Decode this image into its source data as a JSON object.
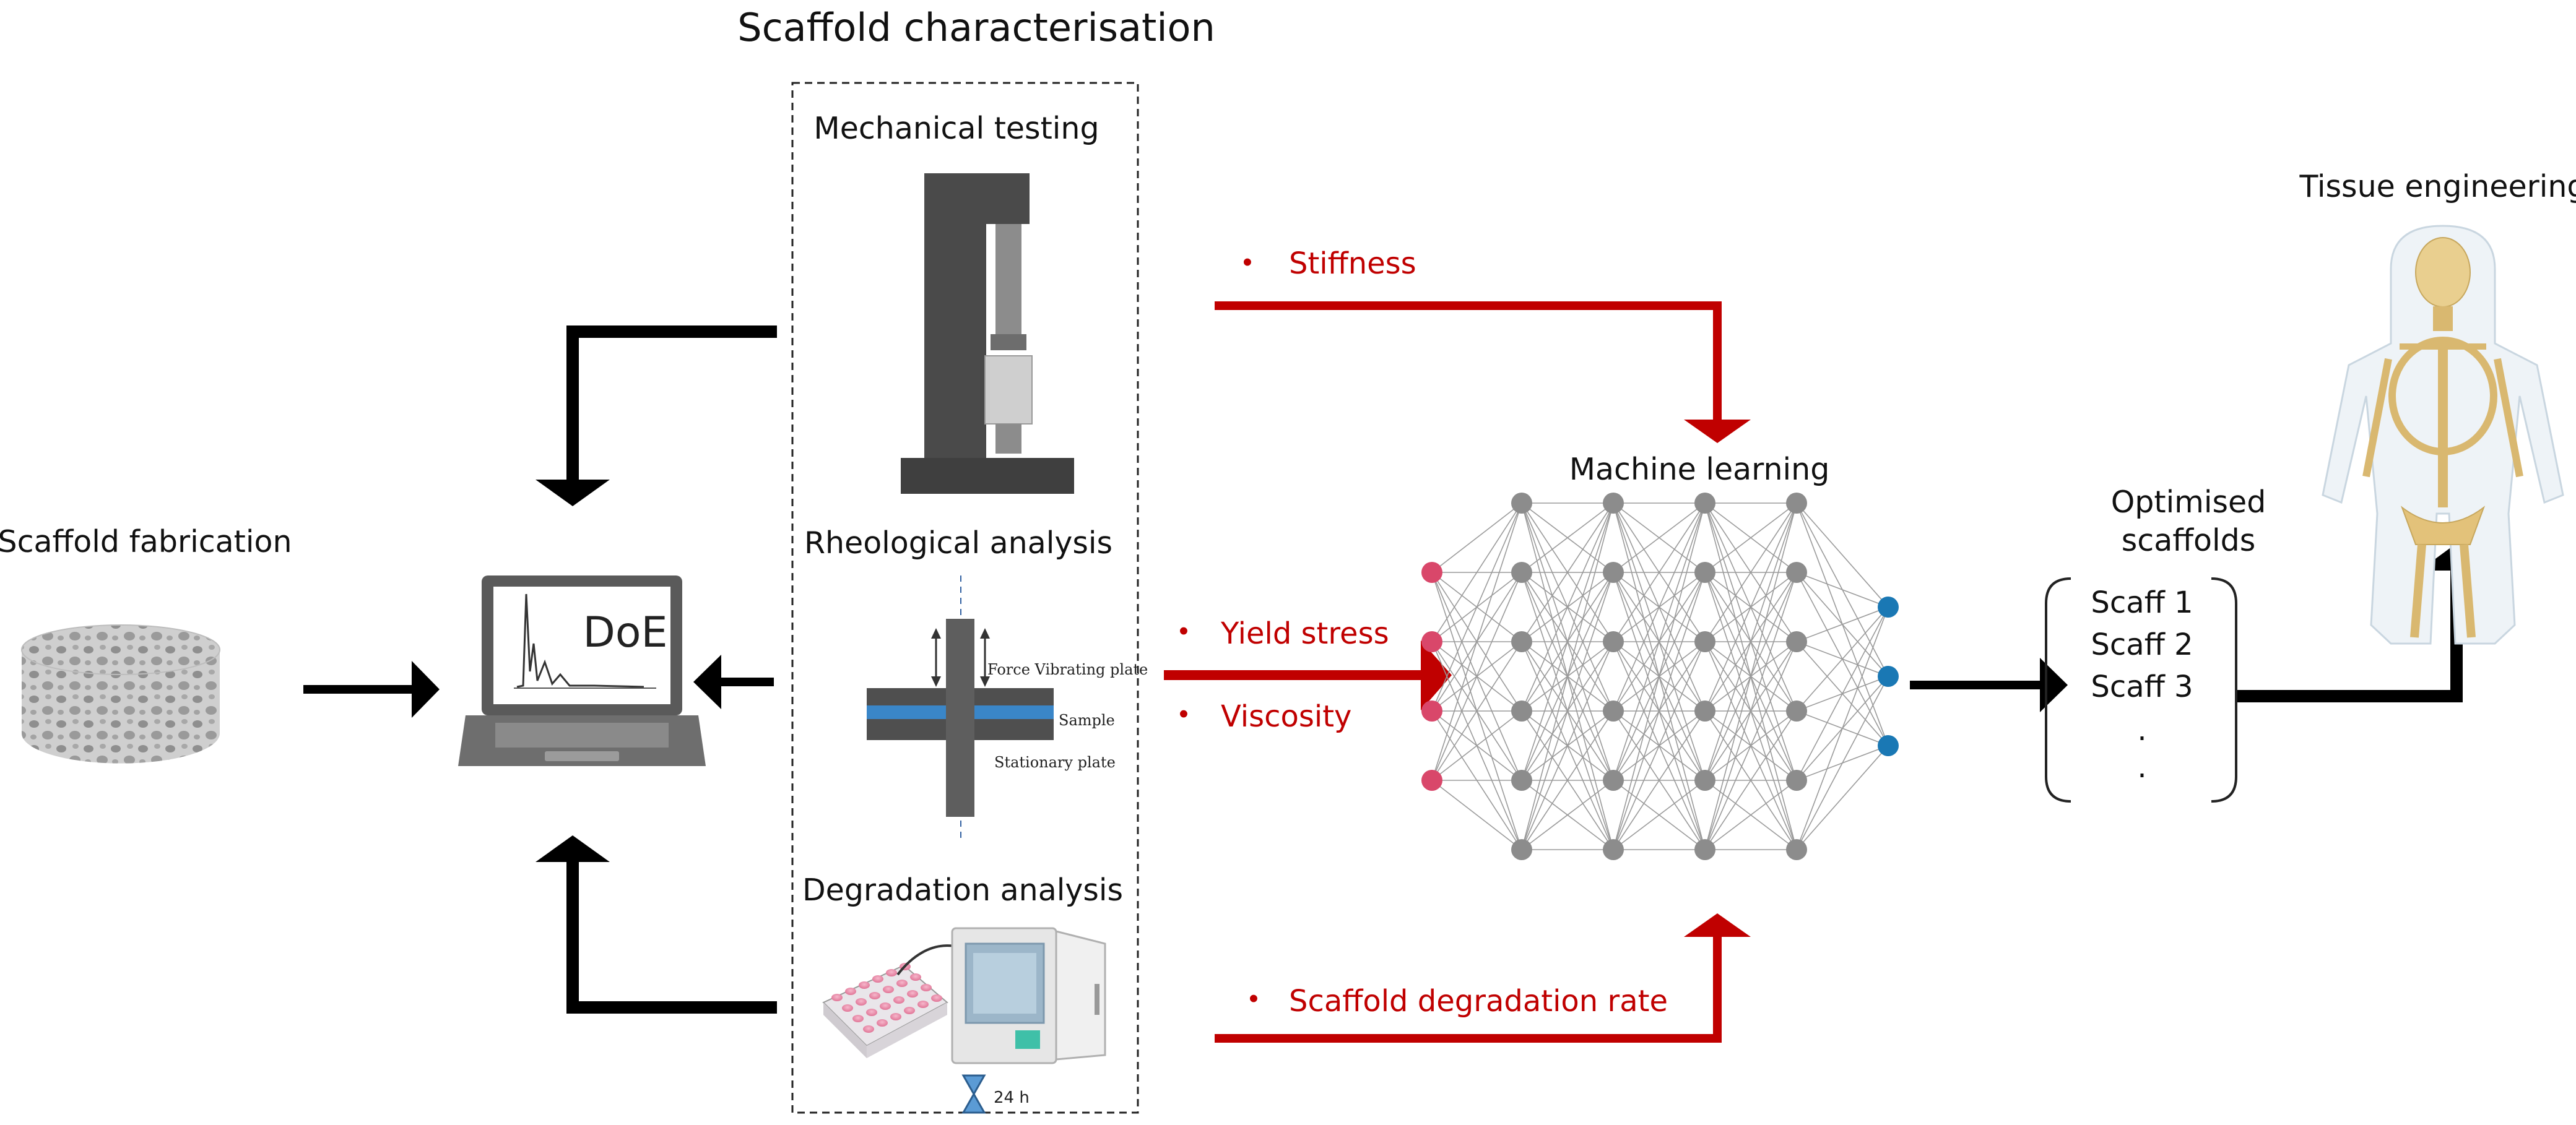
{
  "title": "Scaffold characterisation",
  "sections": {
    "fabrication": "Scaffold fabrication",
    "mechanical": "Mechanical testing",
    "rheological": "Rheological analysis",
    "degradation": "Degradation analysis",
    "machine_learning": "Machine learning",
    "optimised_line1": "Optimised",
    "optimised_line2": "scaffolds",
    "tissue": "Tissue engineering"
  },
  "laptop_text": "DoE",
  "rheometer_labels": {
    "top": "Force Vibrating plate",
    "sample": "Sample",
    "bottom": "Stationary plate"
  },
  "incubator_label": "24 h",
  "properties": {
    "stiffness": "Stiffness",
    "yield_stress": "Yield stress",
    "viscosity": "Viscosity",
    "degradation_rate": "Scaffold degradation rate"
  },
  "bullet": "•",
  "scaffolds": [
    "Scaff 1",
    "Scaff 2",
    "Scaff 3",
    ".",
    "."
  ],
  "network": {
    "layers": [
      4,
      6,
      6,
      6,
      6,
      3
    ],
    "input_color": "#d9476a",
    "hidden_color": "#8c8c8c",
    "output_color": "#1a78b4"
  },
  "colors": {
    "arrow_black": "#000000",
    "arrow_red": "#c00000",
    "text": "#111111"
  },
  "icons": [
    "scaffold-icon",
    "laptop-icon",
    "tensile-tester-icon",
    "rheometer-icon",
    "well-plate-icon",
    "incubator-icon",
    "hourglass-icon",
    "skeleton-icon"
  ]
}
